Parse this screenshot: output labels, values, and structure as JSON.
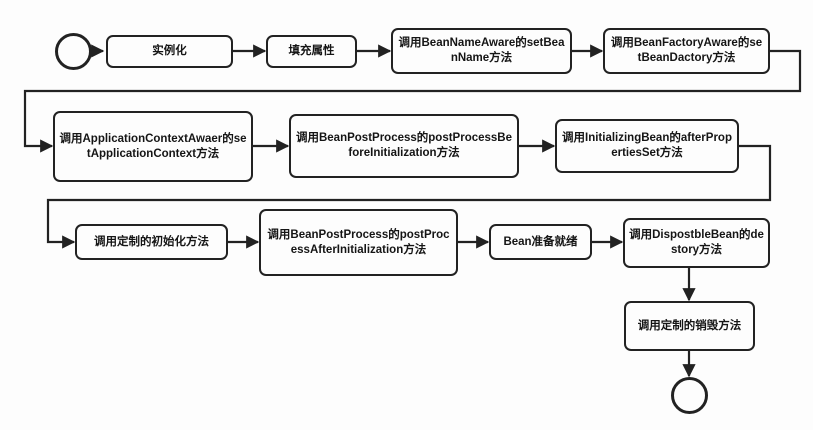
{
  "diagram": {
    "title": "Spring Bean Lifecycle Flowchart",
    "colors": {
      "stroke": "#222222",
      "fill": "#fdfdfd",
      "text": "#151515",
      "background": "#ffffff"
    },
    "start_node": {
      "shape": "circle",
      "label": ""
    },
    "end_node": {
      "shape": "circle",
      "label": ""
    },
    "nodes": [
      {
        "id": "n1",
        "label": "实例化"
      },
      {
        "id": "n2",
        "label": "填充属性"
      },
      {
        "id": "n3",
        "label": "调用BeanNameAware的setBeanName方法"
      },
      {
        "id": "n4",
        "label": "调用BeanFactoryAware的setBeanDactory方法"
      },
      {
        "id": "n5",
        "label": "调用ApplicationContextAwaer的setApplicationContext方法"
      },
      {
        "id": "n6",
        "label": "调用BeanPostProcess的postProcessBeforeInitialization方法"
      },
      {
        "id": "n7",
        "label": "调用InitializingBean的afterPropertiesSet方法"
      },
      {
        "id": "n8",
        "label": "调用定制的初始化方法"
      },
      {
        "id": "n9",
        "label": "调用BeanPostProcess的postProcessAfterInitialization方法"
      },
      {
        "id": "n10",
        "label": "Bean准备就绪"
      },
      {
        "id": "n11",
        "label": "调用DispostbleBean的destory方法"
      },
      {
        "id": "n12",
        "label": "调用定制的销毁方法"
      }
    ],
    "edges": [
      {
        "from": "start",
        "to": "n1"
      },
      {
        "from": "n1",
        "to": "n2"
      },
      {
        "from": "n2",
        "to": "n3"
      },
      {
        "from": "n3",
        "to": "n4"
      },
      {
        "from": "n4",
        "to": "n5",
        "routing": "wrap-right-to-left"
      },
      {
        "from": "n5",
        "to": "n6"
      },
      {
        "from": "n6",
        "to": "n7"
      },
      {
        "from": "n7",
        "to": "n8",
        "routing": "wrap-right-to-left"
      },
      {
        "from": "n8",
        "to": "n9"
      },
      {
        "from": "n9",
        "to": "n10"
      },
      {
        "from": "n10",
        "to": "n11"
      },
      {
        "from": "n11",
        "to": "n12"
      },
      {
        "from": "n12",
        "to": "end"
      }
    ]
  }
}
